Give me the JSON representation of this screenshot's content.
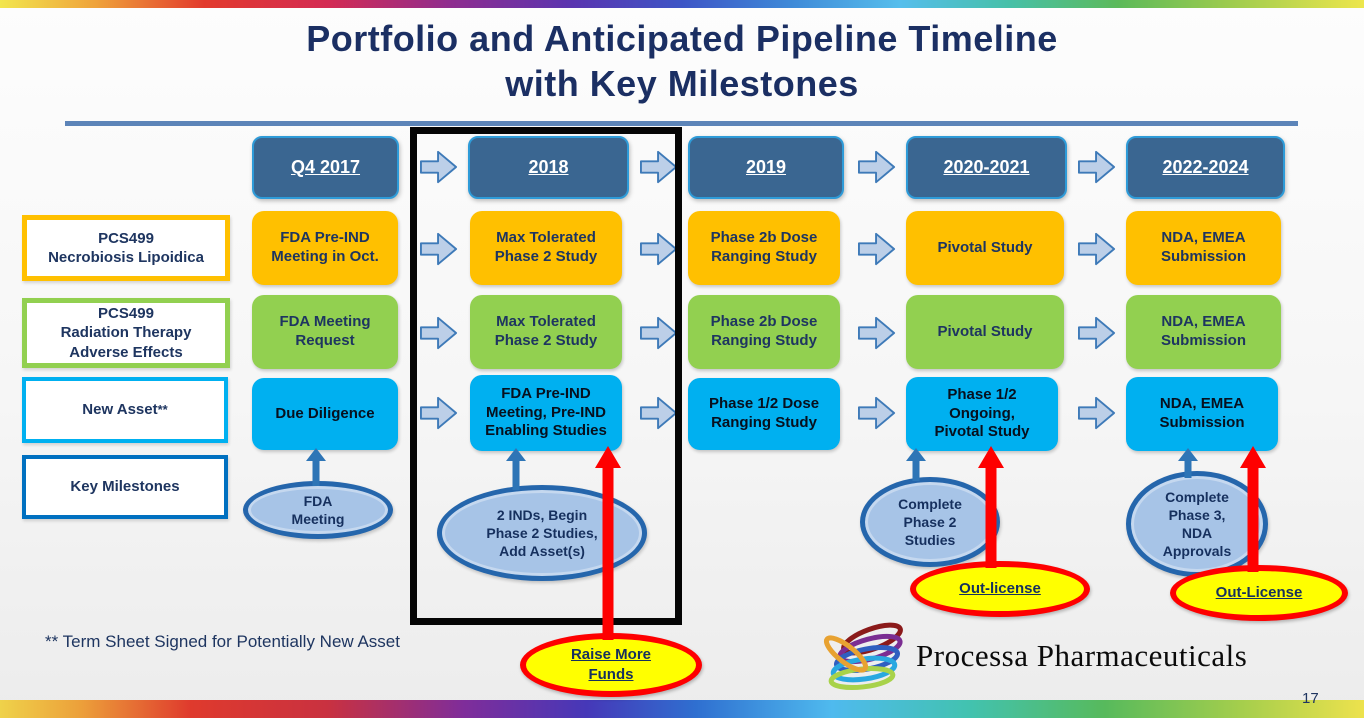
{
  "title": {
    "line1": "Portfolio and Anticipated Pipeline Timeline",
    "line2": "with Key Milestones"
  },
  "grid": {
    "columns": [
      "Q4 2017",
      "2018",
      "2019",
      "2020-2021",
      "2022-2024"
    ],
    "rows": [
      {
        "cells": [
          "FDA Pre-IND\nMeeting in Oct.",
          "Max Tolerated\nPhase 2 Study",
          "Phase 2b Dose\nRanging Study",
          "Pivotal Study",
          "NDA, EMEA\nSubmission"
        ]
      },
      {
        "cells": [
          "FDA Meeting\nRequest",
          "Max Tolerated\nPhase 2 Study",
          "Phase 2b Dose\nRanging Study",
          "Pivotal Study",
          "NDA, EMEA\nSubmission"
        ]
      },
      {
        "cells": [
          "Due Diligence",
          "FDA Pre-IND\nMeeting, Pre-IND\nEnabling Studies",
          "Phase 1/2 Dose\nRanging Study",
          "Phase 1/2\nOngoing,\nPivotal Study",
          "NDA, EMEA\nSubmission"
        ]
      }
    ]
  },
  "legend": [
    {
      "label": "PCS499\nNecrobiosis Lipoidica",
      "color": "#FFC000"
    },
    {
      "label": "PCS499\nRadiation Therapy\nAdverse Effects",
      "color": "#92D050"
    },
    {
      "label": "New Asset",
      "suffix": "**",
      "color": "#00B0F0"
    },
    {
      "label": "Key Milestones",
      "color": "#0070C0"
    }
  ],
  "milestones": {
    "fda_meeting": "FDA\nMeeting",
    "two_inds": "2 INDs, Begin\nPhase 2 Studies,\nAdd Asset(s)",
    "complete_phase_2": "Complete\nPhase 2\nStudies",
    "complete_phase_3": "Complete\nPhase 3,\nNDA\nApprovals",
    "out_license_2020": "Out-license",
    "out_license_2022": "Out-License",
    "raise_more_funds": "Raise More\nFunds"
  },
  "footnote": "** Term Sheet Signed for Potentially New Asset",
  "brand": {
    "name": "Processa Pharmaceuticals"
  },
  "page_number": "17",
  "colors": {
    "title_navy": "#1B2F63",
    "header_fill": "#3A6691",
    "header_border": "#2E9BD8",
    "row_necrobiosis": "#FFC000",
    "row_radiation": "#92D050",
    "row_new_asset": "#00B0F0",
    "key_milestones_border": "#0070C0",
    "oval_fill": "#A7C4E7",
    "oval_border": "#2566AC",
    "callout_yellow": "#FFFF00",
    "callout_red": "#FE0000",
    "divider_blue": "#5C84B8"
  }
}
